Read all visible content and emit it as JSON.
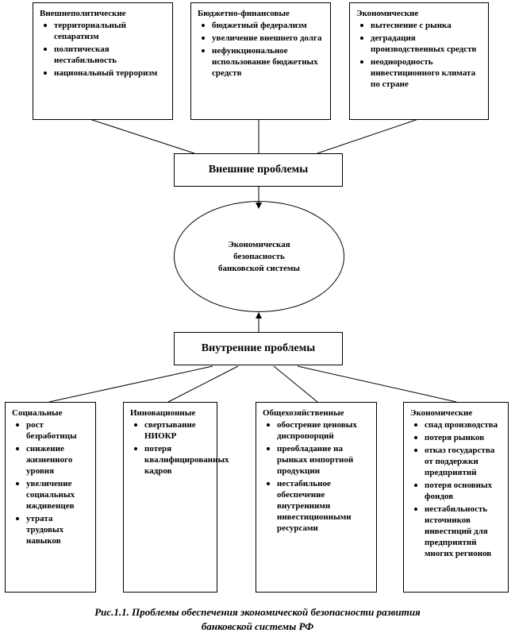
{
  "external_groups": [
    {
      "title": "Внешнеполитические",
      "items": [
        "территориальный сепаратизм",
        "политическая нестабильность",
        "национальный терроризм"
      ]
    },
    {
      "title": "Бюджетно-финансовые",
      "items": [
        "бюджетный федерализм",
        "увеличение внешнего долга",
        "нефункциональное использование бюджетных средств"
      ]
    },
    {
      "title": "Экономические",
      "items": [
        "вытеснение с рынка",
        "деградация производственных средств",
        "неоднородность инвестиционного климата по стране"
      ]
    }
  ],
  "external_label": "Внешние проблемы",
  "center_label": "Экономическая безопасность банковской системы",
  "internal_label": "Внутренние проблемы",
  "internal_groups": [
    {
      "title": "Социальные",
      "items": [
        "рост безработицы",
        "снижение жизненного уровня",
        "увеличение социальных иждивенцев",
        "утрата трудовых навыков"
      ]
    },
    {
      "title": "Инновационные",
      "items": [
        "свертывание НИОКР",
        "потеря квалифицированных кадров"
      ]
    },
    {
      "title": "Общехозяйственные",
      "items": [
        "обострение ценовых диспропорций",
        "преобладание на рынках импортной продукции",
        "нестабильное обеспечение внутренними инвестиционными ресурсами"
      ]
    },
    {
      "title": "Экономические",
      "items": [
        "спад производства",
        "потеря рынков",
        "отказ государства от поддержки предприятий",
        "потеря основных фондов",
        "нестабильность источников инвестиций для предприятий многих регионов"
      ]
    }
  ],
  "caption_line1": "Рис.1.1. Проблемы обеспечения экономической безопасности развития",
  "caption_line2": "банковской системы РФ"
}
